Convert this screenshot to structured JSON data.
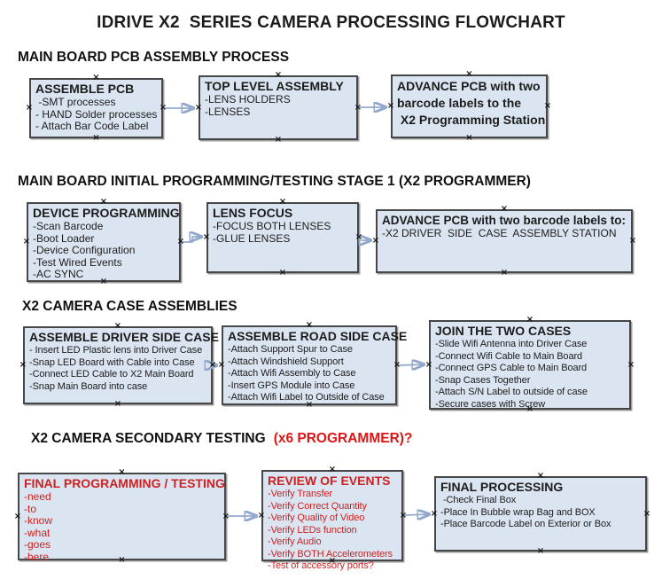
{
  "title": "IDRIVE X2  SERIES CAMERA PROCESSING FLOWCHART",
  "colors": {
    "background": "#ffffff",
    "box_fill": "#dbe5f1",
    "box_border": "#474747",
    "arrow_line": "#92a9cd",
    "arrow_head": "#44639c",
    "red_text": "#cc2222",
    "heading_red": "#dd1515",
    "text": "#1c1c1c"
  },
  "sections": [
    {
      "heading": "MAIN BOARD PCB ASSEMBLY PROCESS",
      "boxes": [
        {
          "title": "ASSEMBLE PCB",
          "items": [
            " -SMT processes",
            "- HAND Solder processes",
            "- Attach Bar Code Label"
          ]
        },
        {
          "title": "TOP LEVEL ASSEMBLY",
          "items": [
            "-LENS HOLDERS",
            "-LENSES"
          ]
        },
        {
          "title": "ADVANCE PCB with two\nbarcode labels to the\n X2 Programming Station",
          "items": []
        }
      ]
    },
    {
      "heading": "MAIN BOARD INITIAL PROGRAMMING/TESTING STAGE 1 (X2 PROGRAMMER)",
      "boxes": [
        {
          "title": "DEVICE PROGRAMMING",
          "items": [
            "-Scan Barcode",
            "-Boot Loader",
            "-Device Configuration",
            "-Test Wired Events",
            "-AC SYNC"
          ]
        },
        {
          "title": "LENS FOCUS",
          "items": [
            "-FOCUS BOTH LENSES",
            "-GLUE LENSES"
          ]
        },
        {
          "title": "ADVANCE PCB with two barcode labels to:",
          "items": [
            "-X2 DRIVER  SIDE  CASE  ASSEMBLY STATION"
          ]
        }
      ]
    },
    {
      "heading": "X2 CAMERA CASE ASSEMBLIES",
      "boxes": [
        {
          "title": "ASSEMBLE DRIVER SIDE CASE",
          "items": [
            "- Insert LED Plastic lens into Driver Case",
            "-Snap LED Board with Cable into Case",
            "-Connect LED Cable to X2 Main Board",
            "-Snap Main Board into case"
          ]
        },
        {
          "title": "ASSEMBLE ROAD SIDE CASE",
          "items": [
            "-Attach Support Spur to Case",
            "-Attach Windshield Support",
            "-Attach Wifi Assembly to Case",
            "-Insert GPS Module into Case",
            "-Attach Wifi Label to Outside of Case"
          ]
        },
        {
          "title": "JOIN THE TWO CASES",
          "items": [
            "-Slide Wifi Antenna into Driver Case",
            "-Connect Wifi Cable to Main Board",
            "-Connect GPS Cable to Main Board",
            "-Snap Cases Together",
            "-Attach S/N Label to outside of case",
            "-Secure cases with Screw"
          ]
        }
      ]
    },
    {
      "heading": "X2 CAMERA SECONDARY TESTING",
      "heading_accent": "(x6 PROGRAMMER)?",
      "boxes": [
        {
          "title": "FINAL PROGRAMMING / TESTING",
          "items": [
            "-need",
            "-to",
            "-know",
            "-what",
            "-goes",
            "-here"
          ]
        },
        {
          "title": "REVIEW OF EVENTS",
          "items": [
            "-Verify Transfer",
            "-Verify Correct Quantity",
            "-Verify Quality of Video",
            "-Verify LEDs function",
            "-Verify Audio",
            "-Verify BOTH Accelerometers",
            "-Test of accessory ports?"
          ]
        },
        {
          "title": "FINAL PROCESSING",
          "items": [
            " -Check Final Box",
            "-Place In Bubble wrap Bag and BOX",
            "-Place Barcode Label on Exterior or Box"
          ]
        }
      ]
    }
  ]
}
